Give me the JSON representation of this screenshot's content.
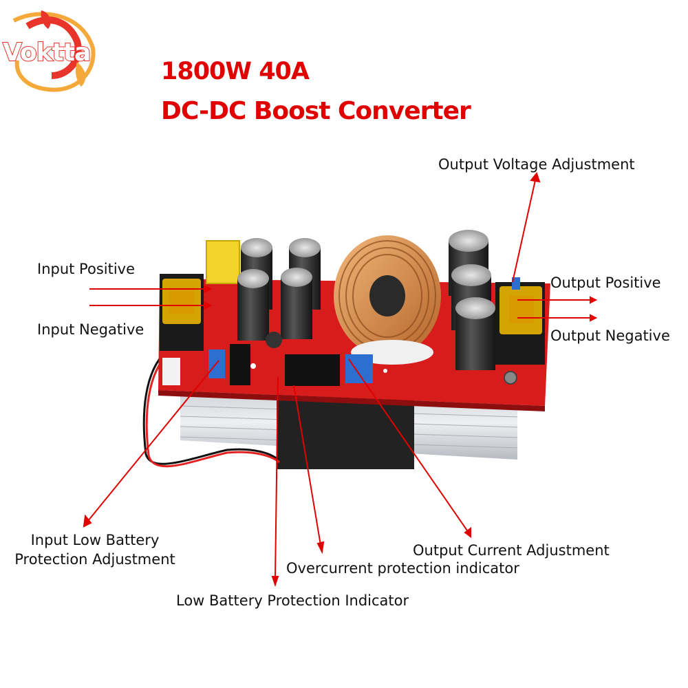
{
  "brand": {
    "logo_text": "Voktta"
  },
  "title": {
    "line1": "1800W 40A",
    "line2": "DC-DC Boost Converter"
  },
  "labels": {
    "input_positive": "Input Positive",
    "input_negative": "Input Negative",
    "output_voltage_adjustment": "Output Voltage Adjustment",
    "output_positive": "Output Positive",
    "output_negative": "Output Negative",
    "input_low_battery_line1": "Input Low Battery",
    "input_low_battery_line2": "Protection Adjustment",
    "output_current_adjustment": "Output Current Adjustment",
    "overcurrent_indicator": "Overcurrent protection indicator",
    "low_battery_indicator": "Low Battery Protection Indicator"
  },
  "colors": {
    "title": "#e10000",
    "arrow": "#e10000",
    "pcb": "#d81c1c",
    "brand": "#e8342a"
  }
}
